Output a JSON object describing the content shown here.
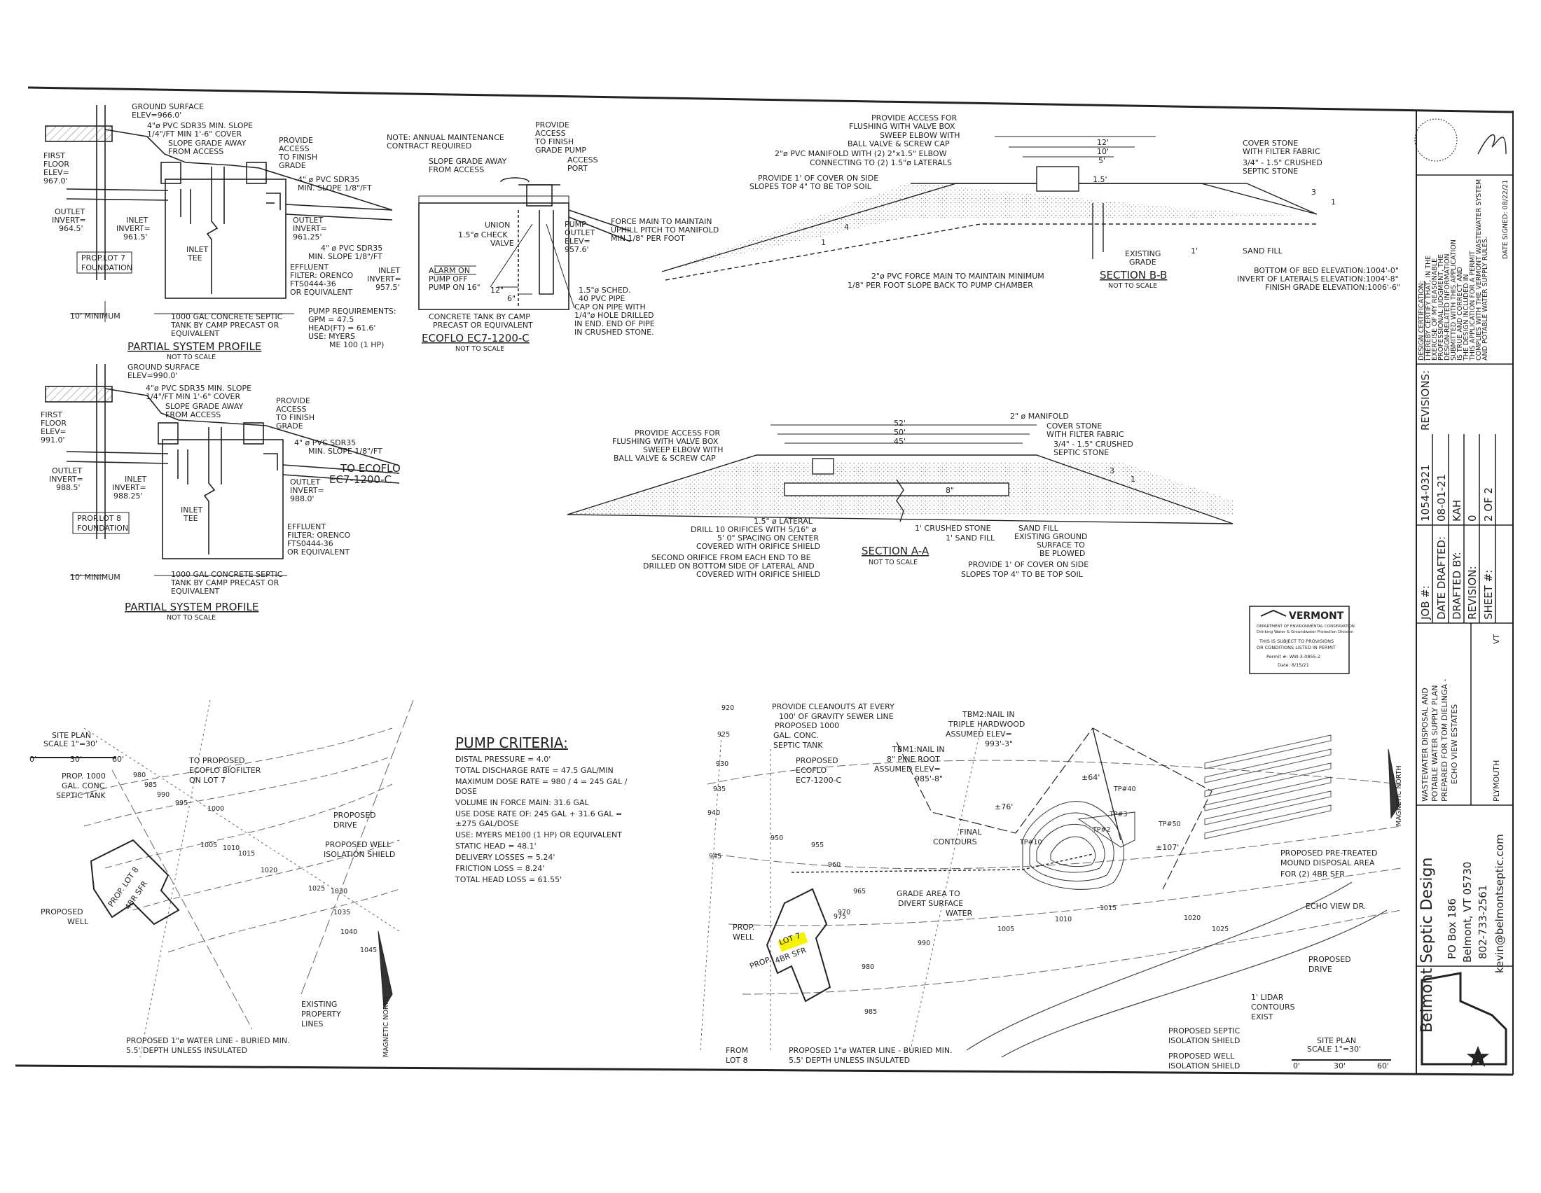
{
  "profile7": {
    "ground": [
      "GROUND SURFACE",
      "ELEV=966.0'"
    ],
    "pipe_in": [
      "4\"ø PVC SDR35 MIN. SLOPE",
      "1/4\"/FT MIN 1'-6\" COVER"
    ],
    "slope": [
      "SLOPE GRADE AWAY",
      "FROM ACCESS"
    ],
    "access": [
      "PROVIDE",
      "ACCESS",
      "TO FINISH",
      "GRADE"
    ],
    "pipe_out": [
      "4\" ø PVC SDR35",
      "MIN. SLOPE 1/8\"/FT"
    ],
    "floor": [
      "FIRST",
      "FLOOR",
      "ELEV=",
      "967.0'"
    ],
    "outlet_house": [
      "OUTLET",
      "INVERT=",
      "964.5'"
    ],
    "inlet": [
      "INLET",
      "INVERT=",
      "961.5'"
    ],
    "outlet_tank": [
      "OUTLET",
      "INVERT=",
      "961.25'"
    ],
    "tee": [
      "INLET",
      "TEE"
    ],
    "effluent": [
      "EFFLUENT",
      "FILTER: ORENCO",
      "FTS0444-36",
      "OR EQUIVALENT"
    ],
    "foundation": [
      "PROP.LOT 7",
      "FOUNDATION"
    ],
    "minimum": "10' MINIMUM",
    "tank": [
      "1000 GAL CONCRETE SEPTIC",
      "TANK BY CAMP PRECAST OR",
      "EQUIVALENT"
    ],
    "title": "PARTIAL SYSTEM PROFILE",
    "scale": "NOT TO SCALE"
  },
  "ecoflo": {
    "note": [
      "NOTE: ANNUAL MAINTENANCE",
      "CONTRACT REQUIRED"
    ],
    "access": [
      "PROVIDE",
      "ACCESS",
      "TO FINISH",
      "GRADE PUMP"
    ],
    "slope": [
      "SLOPE GRADE AWAY",
      "FROM ACCESS"
    ],
    "port": [
      "ACCESS",
      "PORT"
    ],
    "pipe": [
      "4\" ø PVC SDR35",
      "MIN. SLOPE 1/8\"/FT"
    ],
    "inlet": [
      "INLET",
      "INVERT=",
      "957.5'"
    ],
    "union": "UNION",
    "check": [
      "1.5\"ø CHECK",
      "VALVE"
    ],
    "pump_outlet": [
      "PUMP",
      "OUTLET",
      "ELEV=",
      "957.6'"
    ],
    "force": [
      "FORCE MAIN TO MAINTAIN",
      "UPHILL PITCH TO MANIFOLD",
      "MIN 1/8\" PER FOOT"
    ],
    "alarm": [
      "ALARM ON",
      "PUMP OFF",
      "PUMP ON 16\""
    ],
    "dim12": "12\"",
    "dim6": "6\"",
    "pump_req": [
      "PUMP REQUIREMENTS:",
      "GPM = 47.5",
      "HEAD(FT) = 61.6'",
      "USE: MYERS",
      "ME 100 (1 HP)"
    ],
    "tank": [
      "CONCRETE TANK BY CAMP",
      "PRECAST OR EQUIVALENT"
    ],
    "sched": [
      "1.5\"ø SCHED.",
      "40 PVC PIPE",
      "CAP ON PIPE WITH",
      "1/4\"ø HOLE DRILLED",
      "IN END. END OF PIPE",
      "IN CRUSHED STONE."
    ],
    "title": "ECOFLO EC7-1200-C",
    "scale": "NOT TO SCALE"
  },
  "profile8": {
    "ground": [
      "GROUND SURFACE",
      "ELEV=990.0'"
    ],
    "pipe_in": [
      "4\"ø PVC SDR35 MIN. SLOPE",
      "1/4\"/FT MIN 1'-6\" COVER"
    ],
    "slope": [
      "SLOPE GRADE AWAY",
      "FROM ACCESS"
    ],
    "access": [
      "PROVIDE",
      "ACCESS",
      "TO FINISH",
      "GRADE"
    ],
    "pipe_out": [
      "4\" ø PVC SDR35",
      "MIN. SLOPE 1/8\"/FT"
    ],
    "to_ecoflo": [
      "TO ECOFLO",
      "EC7-1200-C"
    ],
    "floor": [
      "FIRST",
      "FLOOR",
      "ELEV=",
      "991.0'"
    ],
    "outlet_house": [
      "OUTLET",
      "INVERT=",
      "988.5'"
    ],
    "inlet": [
      "INLET",
      "INVERT=",
      "988.25'"
    ],
    "outlet_tank": [
      "OUTLET",
      "INVERT=",
      "988.0'"
    ],
    "tee": [
      "INLET",
      "TEE"
    ],
    "effluent": [
      "EFFLUENT",
      "FILTER: ORENCO",
      "FTS0444-36",
      "OR EQUIVALENT"
    ],
    "foundation": [
      "PROP.LOT 8",
      "FOUNDATION"
    ],
    "minimum": "10' MINIMUM",
    "tank": [
      "1000 GAL CONCRETE SEPTIC",
      "TANK BY CAMP PRECAST OR",
      "EQUIVALENT"
    ],
    "title": "PARTIAL SYSTEM PROFILE",
    "scale": "NOT TO SCALE"
  },
  "section_b": {
    "flush": [
      "PROVIDE ACCESS FOR",
      "FLUSHING WITH VALVE BOX",
      "SWEEP ELBOW WITH",
      "BALL VALVE & SCREW CAP"
    ],
    "manifold": [
      "2\"ø PVC MANIFOLD WITH (2) 2\"x1.5\" ELBOW",
      "CONNECTING TO (2) 1.5\"ø LATERALS"
    ],
    "cover": [
      "PROVIDE 1' OF COVER ON SIDE",
      "SLOPES TOP 4\" TO BE TOP SOIL"
    ],
    "dims": [
      "12'",
      "10'",
      "5'",
      "1.5'",
      "1'"
    ],
    "ratio": [
      "3",
      "1",
      "4",
      "1"
    ],
    "stone": [
      "COVER STONE",
      "WITH FILTER FABRIC",
      "3/4\" - 1.5\" CRUSHED",
      "SEPTIC STONE"
    ],
    "existing": [
      "EXISTING",
      "GRADE"
    ],
    "sand": "SAND FILL",
    "force": [
      "2\"ø PVC FORCE MAIN TO MAINTAIN MINIMUM",
      "1/8\" PER FOOT SLOPE BACK TO PUMP CHAMBER"
    ],
    "title": "SECTION B-B",
    "scale": "NOT TO SCALE",
    "elev": [
      "BOTTOM OF BED ELEVATION:1004'-0\"",
      "INVERT OF LATERALS ELEVATION:1004'-8\"",
      "FINISH GRADE ELEVATION:1006'-6\""
    ]
  },
  "section_a": {
    "flush": [
      "PROVIDE ACCESS FOR",
      "FLUSHING WITH VALVE BOX",
      "SWEEP ELBOW WITH",
      "BALL VALVE & SCREW CAP"
    ],
    "dims": [
      "52'",
      "50'",
      "45'",
      "8\""
    ],
    "manifold": "2\" ø MANIFOLD",
    "stone": [
      "COVER STONE",
      "WITH FILTER FABRIC",
      "3/4\" - 1.5\" CRUSHED",
      "SEPTIC STONE"
    ],
    "ratio": [
      "3",
      "1"
    ],
    "lateral": [
      "1.5\" ø LATERAL",
      "DRILL 10 ORIFICES WITH 5/16\" ø",
      "5' 0\" SPACING ON CENTER",
      "COVERED WITH ORIFICE SHIELD",
      "SECOND ORIFICE FROM EACH END TO BE",
      "DRILLED ON BOTTOM SIDE OF LATERAL AND",
      "COVERED WITH ORIFICE SHIELD"
    ],
    "crushed": "1' CRUSHED STONE",
    "sand_thin": "1' SAND FILL",
    "sand": [
      "SAND FILL",
      "EXISTING GROUND",
      "SURFACE TO",
      "BE PLOWED"
    ],
    "cover": [
      "PROVIDE 1' OF COVER ON SIDE",
      "SLOPES TOP 4\" TO BE TOP SOIL"
    ],
    "title": "SECTION A-A",
    "scale": "NOT TO SCALE"
  },
  "site_left": {
    "title": "SITE PLAN",
    "scale": "SCALE 1\"=30'",
    "ticks": [
      "0'",
      "30'",
      "60'"
    ],
    "septic": [
      "PROP. 1000",
      "GAL. CONC.",
      "SEPTIC TANK"
    ],
    "ecoflo": [
      "TO PROPOSED",
      "ECOFLO BIOFILTER",
      "ON LOT 7"
    ],
    "drive": [
      "PROPOSED",
      "DRIVE"
    ],
    "shield": [
      "PROPOSED WELL",
      "ISOLATION SHIELD"
    ],
    "lot": [
      "PROP. LOT 8",
      "4BR SFR"
    ],
    "well": [
      "PROPOSED",
      "WELL"
    ],
    "property": [
      "EXISTING",
      "PROPERTY",
      "LINES"
    ],
    "water": [
      "PROPOSED 1\"ø WATER LINE - BURIED MIN.",
      "5.5' DEPTH UNLESS INSULATED"
    ],
    "north": "MAGNETIC NORTH",
    "contours": [
      "980",
      "985",
      "990",
      "995",
      "1000",
      "1005",
      "1010",
      "1015",
      "1020",
      "1025",
      "1030",
      "1035",
      "1040",
      "1045"
    ]
  },
  "pump_criteria": {
    "title": "PUMP CRITERIA:",
    "lines": [
      "DISTAL PRESSURE = 4.0'",
      "TOTAL DISCHARGE RATE = 47.5 GAL/MIN",
      "MAXIMUM DOSE RATE = 980 / 4 = 245 GAL /",
      "DOSE",
      "VOLUME IN FORCE MAIN: 31.6 GAL",
      "USE DOSE RATE OF: 245 GAL + 31.6 GAL =",
      "±275 GAL/DOSE",
      "USE: MYERS ME100 (1 HP) OR EQUIVALENT",
      "STATIC HEAD = 48.1'",
      "DELIVERY LOSSES = 5.24'",
      "FRICTION LOSS = 8.24'",
      "TOTAL HEAD LOSS = 61.55'"
    ]
  },
  "site_right": {
    "cleanouts": [
      "PROVIDE CLEANOUTS AT EVERY",
      "100' OF GRAVITY SEWER LINE"
    ],
    "septic": [
      "PROPOSED 1000",
      "GAL. CONC.",
      "SEPTIC TANK"
    ],
    "ecoflo": [
      "PROPOSED",
      "ECOFLO",
      "EC7-1200-C"
    ],
    "tbm2": [
      "TBM2:NAIL IN",
      "TRIPLE HARDWOOD",
      "ASSUMED ELEV=",
      "993'-3\""
    ],
    "tbm1": [
      "TBM1:NAIL IN",
      "8\" PINE ROOT",
      "ASSUMED ELEV=",
      "985'-8\""
    ],
    "contours": [
      "FINAL",
      "CONTOURS"
    ],
    "dims": [
      "±64'",
      "±76'",
      "±107'"
    ],
    "tp": [
      "TP#40",
      "TP#3",
      "TP#2",
      "TP#50",
      "TP#10"
    ],
    "mound": [
      "PROPOSED PRE-TREATED",
      "MOUND DISPOSAL AREA",
      "FOR (2) 4BR SFR"
    ],
    "echo": "ECHO VIEW DR.",
    "divert": [
      "GRADE AREA TO",
      "DIVERT SURFACE",
      "WATER"
    ],
    "well": [
      "PROP.",
      "WELL"
    ],
    "lot_tag": "LOT 7",
    "lot_prop": "PROP.",
    "lot_sfr": "4BR SFR",
    "drive": [
      "PROPOSED",
      "DRIVE"
    ],
    "lidar": [
      "1' LIDAR",
      "CONTOURS",
      "EXIST"
    ],
    "septic_shield": [
      "PROPOSED SEPTIC",
      "ISOLATION SHIELD"
    ],
    "well_shield": [
      "PROPOSED WELL",
      "ISOLATION SHIELD"
    ],
    "from": [
      "FROM",
      "LOT 8"
    ],
    "water": [
      "PROPOSED 1\"ø WATER LINE - BURIED MIN.",
      "5.5' DEPTH UNLESS INSULATED"
    ],
    "title": "SITE PLAN",
    "scale": "SCALE 1\"=30'",
    "ticks": [
      "0'",
      "30'",
      "60'"
    ],
    "north": "MAGNETIC NORTH",
    "contour_nums": [
      "920",
      "925",
      "930",
      "935",
      "940",
      "945",
      "950",
      "955",
      "960",
      "965",
      "970",
      "975",
      "980",
      "985",
      "990",
      "1005",
      "1010",
      "1015",
      "1020",
      "1025"
    ]
  },
  "stamp": {
    "title": "VERMONT",
    "sub": "DEPARTMENT OF ENVIRONMENTAL CONSERVATION",
    "sub2": "Drinking Water & Groundwater Protection Division",
    "text": [
      "THIS IS SUBJECT TO PROVISIONS",
      "OR CONDITIONS LISTED IN PERMIT"
    ],
    "permit": "Permit #: WW-3-0855-2",
    "date": "Date: 8/15/21"
  },
  "title_block": {
    "cert_title": "DESIGN CERTIFICATION:",
    "cert": [
      "I HEREBY CERTIFY THAT, IN THE",
      "EXERCISE OF MY REASONABLE",
      "PROFESSIONAL JUDGMENT, THE",
      "DESIGN-RELATED INFORMATION",
      "SUBMITTED WITH THIS APPLICATION",
      "IS TRUE AND CORRECT AND",
      "THE DESIGN INCLUDED IN",
      "THIS APPLICATION FOR A PERMIT",
      "COMPLIES WITH THE VERMONT WASTEWATER SYSTEM",
      "AND POTABLE WATER SUPPLY RULES."
    ],
    "signed": "DATE SIGNED: 08/22/21",
    "revisions": "REVISIONS:",
    "fields": [
      {
        "label": "JOB #:",
        "value": "1054-0321"
      },
      {
        "label": "DATE DRAFTED:",
        "value": "08-01-21"
      },
      {
        "label": "DRAFTED BY:",
        "value": "KAH"
      },
      {
        "label": "REVISION:",
        "value": "0"
      },
      {
        "label": "SHEET #:",
        "value": "2 OF 2"
      }
    ],
    "project": [
      "WASTEWATER DISPOSAL AND",
      "POTABLE WATER SUPPLY PLAN",
      "PREPARED FOR TOM DIELINGA -",
      "ECHO VIEW ESTATES"
    ],
    "state": "VT",
    "town": "PLYMOUTH",
    "company": "Belmont Septic Design",
    "contact": [
      "PO Box 186",
      "Belmont, VT 05730",
      "802-733-2561",
      "kevin@belmontseptic.com"
    ]
  },
  "colors": {
    "ink": "#222222",
    "highlight": "#f4f20a",
    "paper": "#ffffff"
  }
}
